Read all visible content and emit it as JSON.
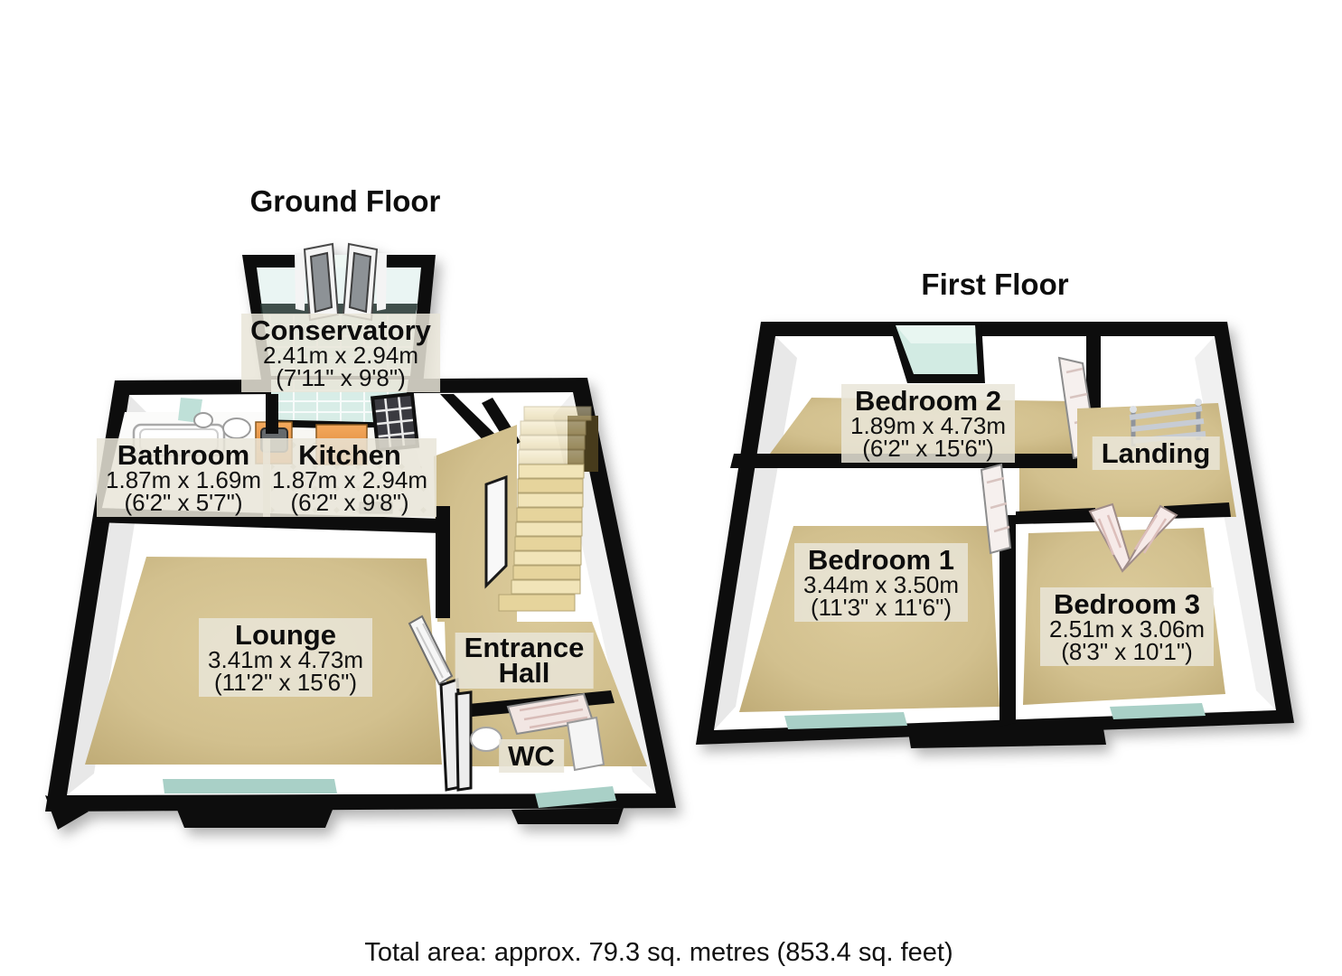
{
  "ground_floor": {
    "title": "Ground Floor",
    "rooms": {
      "conservatory": {
        "name": "Conservatory",
        "size_metric": "2.41m x 2.94m",
        "size_imperial": "(7'11\" x 9'8\")"
      },
      "bathroom": {
        "name": "Bathroom",
        "size_metric": "1.87m x 1.69m",
        "size_imperial": "(6'2\" x 5'7\")"
      },
      "kitchen": {
        "name": "Kitchen",
        "size_metric": "1.87m x 2.94m",
        "size_imperial": "(6'2\" x 9'8\")"
      },
      "lounge": {
        "name": "Lounge",
        "size_metric": "3.41m x 4.73m",
        "size_imperial": "(11'2\" x 15'6\")"
      },
      "entrance_hall": {
        "name_lines": [
          "Entrance",
          "Hall"
        ]
      },
      "wc": {
        "name": "WC"
      }
    }
  },
  "first_floor": {
    "title": "First Floor",
    "rooms": {
      "bedroom2": {
        "name": "Bedroom 2",
        "size_metric": "1.89m x 4.73m",
        "size_imperial": "(6'2\" x 15'6\")"
      },
      "landing": {
        "name": "Landing"
      },
      "bedroom1": {
        "name": "Bedroom 1",
        "size_metric": "3.44m x 3.50m",
        "size_imperial": "(11'3\" x 11'6\")"
      },
      "bedroom3": {
        "name": "Bedroom 3",
        "size_metric": "2.51m x 3.06m",
        "size_imperial": "(8'3\" x 10'1\")"
      }
    }
  },
  "footer": {
    "total_area": "Total area: approx. 79.3 sq. metres (853.4 sq. feet)"
  },
  "colors": {
    "wall_black": "#0d0d0d",
    "floor_tan": "#d3c191",
    "stair_cream": "#eedfab",
    "glass_teal": "#d8ede7",
    "window_teal": "#a9d0c7",
    "counter_orange": "#ef9d47",
    "label_background": "rgba(233,229,216,0.85)",
    "text": "#111111"
  }
}
